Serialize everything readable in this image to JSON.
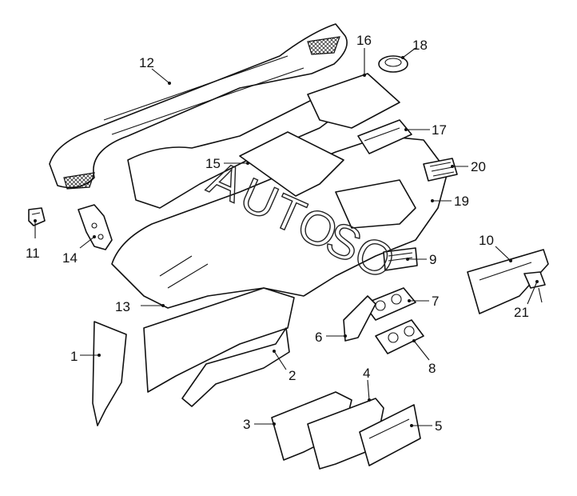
{
  "callouts": [
    {
      "id": "1",
      "text": "1"
    },
    {
      "id": "2",
      "text": "2"
    },
    {
      "id": "3",
      "text": "3"
    },
    {
      "id": "4",
      "text": "4"
    },
    {
      "id": "5",
      "text": "5"
    },
    {
      "id": "6",
      "text": "6"
    },
    {
      "id": "7",
      "text": "7"
    },
    {
      "id": "8",
      "text": "8"
    },
    {
      "id": "9",
      "text": "9"
    },
    {
      "id": "10",
      "text": "10"
    },
    {
      "id": "11",
      "text": "11"
    },
    {
      "id": "12",
      "text": "12"
    },
    {
      "id": "13",
      "text": "13"
    },
    {
      "id": "14",
      "text": "14"
    },
    {
      "id": "15",
      "text": "15"
    },
    {
      "id": "16",
      "text": "16"
    },
    {
      "id": "17",
      "text": "17"
    },
    {
      "id": "18",
      "text": "18"
    },
    {
      "id": "19",
      "text": "19"
    },
    {
      "id": "20",
      "text": "20"
    },
    {
      "id": "21",
      "text": "21"
    }
  ],
  "watermark": {
    "letters": [
      "A",
      "U",
      "T",
      "O",
      "S",
      "O"
    ]
  }
}
